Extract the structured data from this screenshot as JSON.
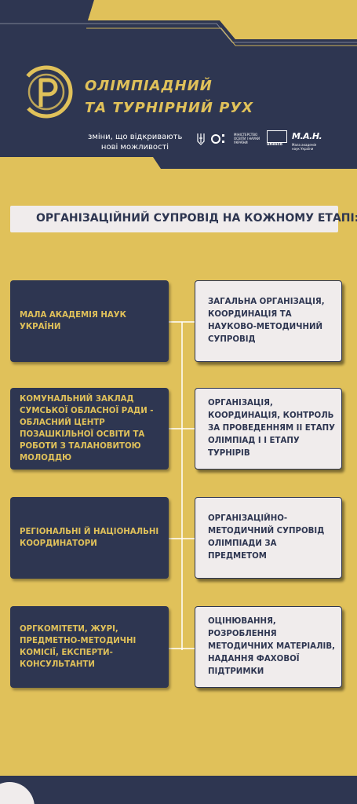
{
  "header": {
    "title_line1": "ОЛІМПІАДНИЙ",
    "title_line2": "ТА ТУРНІРНИЙ РУХ",
    "slogan_line1": "зміни, що відкривають",
    "slogan_line2": "нові можливості",
    "partners": {
      "mon": "МІНІСТЕРСТВО ОСВІТИ І НАУКИ УКРАЇНИ",
      "unesco": "unesco",
      "man": "М.А.Н.",
      "man_sub": "Мала академія наук України"
    }
  },
  "subtitle": "ОРГАНІЗАЦІЙНИЙ СУПРОВІД НА КОЖНОМУ ЕТАПІ:",
  "rows": [
    {
      "left": "МАЛА АКАДЕМІЯ НАУК УКРАЇНИ",
      "right": "ЗАГАЛЬНА ОРГАНІЗАЦІЯ, КООРДИНАЦІЯ ТА НАУКОВО-МЕТОДИЧНИЙ СУПРОВІД"
    },
    {
      "left": "КОМУНАЛЬНИЙ ЗАКЛАД СУМСЬКОЇ ОБЛАСНОЇ РАДИ - ОБЛАСНИЙ ЦЕНТР ПОЗАШКІЛЬНОЇ ОСВІТИ ТА РОБОТИ З ТАЛАНОВИТОЮ МОЛОДДЮ",
      "right": "ОРГАНІЗАЦІЯ, КООРДИНАЦІЯ, КОНТРОЛЬ ЗА ПРОВЕДЕННЯМ ІІ ЕТАПУ ОЛІМПІАД І І ЕТАПУ ТУРНІРІВ"
    },
    {
      "left": "РЕГІОНАЛЬНІ Й НАЦІОНАЛЬНІ КООРДИНАТОРИ",
      "right": "ОРГАНІЗАЦІЙНО-МЕТОДИЧНИЙ СУПРОВІД ОЛІМПІАДИ ЗА ПРЕДМЕТОМ"
    },
    {
      "left": "ОРГКОМІТЕТИ, ЖУРІ, ПРЕДМЕТНО-МЕТОДИЧНІ КОМІСІЇ, ЕКСПЕРТИ-КОНСУЛЬТАНТИ",
      "right": "ОЦІНЮВАННЯ, РОЗРОБЛЕННЯ МЕТОДИЧНИХ МАТЕРІАЛІВ, НАДАННЯ ФАХОВОЇ ПІДТРИМКИ"
    }
  ],
  "colors": {
    "background": "#e0c15a",
    "navy": "#2e3651",
    "card": "#f0ecec"
  }
}
